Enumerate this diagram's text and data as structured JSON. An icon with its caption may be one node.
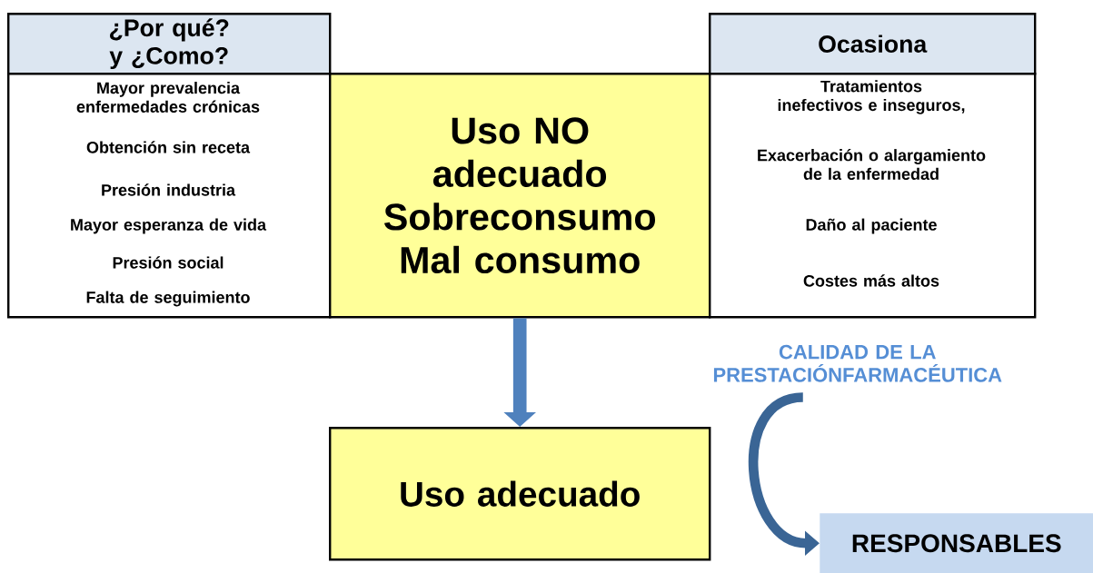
{
  "diagram": {
    "nodes": [
      {
        "text": [
          "¿Por qué? y ¿Como?"
        ]
      },
      {
        "text": [
          "Mayor prevalencia enfermedades crónicas",
          "Obtención sin receta",
          "Presión industria",
          "Mayor esperanza de vida",
          "Presión social",
          "Falta de seguimiento"
        ]
      },
      {
        "text": [
          "Uso NO adecuado Sobreconsumo Mal consumo"
        ]
      },
      {
        "text": [
          "Ocasiona"
        ]
      },
      {
        "text": [
          "Tratamientos inefectivos e inseguros,",
          "Exacerbación o alargamiento de la enfermedad",
          "Daño al paciente",
          "Costes más altos"
        ]
      },
      {
        "text": [
          "CALIDAD DE LA PRESTACIÓNFARMACÉUTICA"
        ]
      },
      {
        "text": [
          "Uso adecuado"
        ]
      },
      {
        "text": [
          "RESPONSABLES"
        ]
      }
    ],
    "edges": [
      {
        "from": 2,
        "to": 6,
        "arrow": "to",
        "color": "#4f81bd"
      },
      {
        "from": 5,
        "to": 7,
        "arrow": "to",
        "color": "#3a6595"
      }
    ]
  }
}
